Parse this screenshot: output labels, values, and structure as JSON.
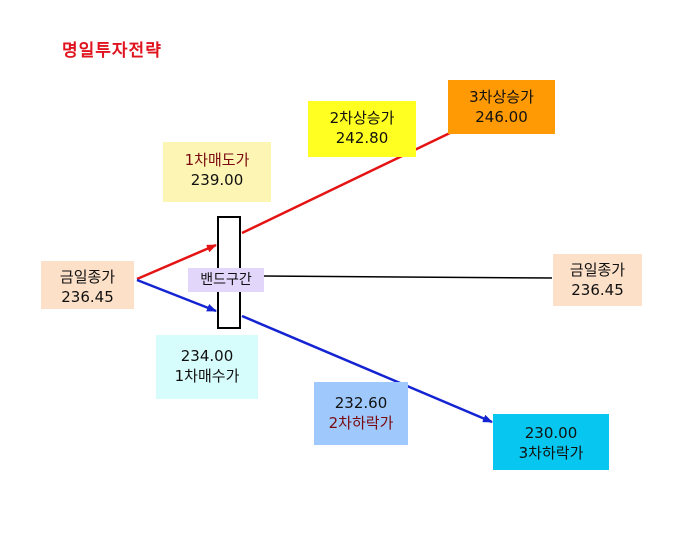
{
  "title": "명일투자전략",
  "colors": {
    "title": "#e0141e",
    "up_line": "#e41414",
    "down_line": "#1424d2",
    "flat_line": "#000000",
    "current_left_bg": "#fce0c8",
    "current_right_bg": "#fce0c8",
    "sell1_bg": "#fcf5b3",
    "rise2_bg": "#ffff22",
    "rise3_bg": "#ff9a05",
    "buy1_bg": "#d6fcfb",
    "fall2_bg": "#9fc8fc",
    "fall3_bg": "#07c7f0",
    "band_bg": "#e2d6fb"
  },
  "boxes": {
    "current_left": {
      "label": "금일종가",
      "value": "236.45"
    },
    "current_right": {
      "label": "금일종가",
      "value": "236.45"
    },
    "sell1": {
      "label": "1차매도가",
      "value": "239.00"
    },
    "rise2": {
      "label": "2차상승가",
      "value": "242.80"
    },
    "rise3": {
      "label": "3차상승가",
      "value": "246.00"
    },
    "buy1": {
      "value": "234.00",
      "label": "1차매수가"
    },
    "fall2": {
      "value": "232.60",
      "label": "2차하락가"
    },
    "fall3": {
      "value": "230.00",
      "label": "3차하락가"
    }
  },
  "band": {
    "label": "밴드구간"
  },
  "icons": [
    "arrow-up-right-icon",
    "arrow-down-right-icon"
  ]
}
